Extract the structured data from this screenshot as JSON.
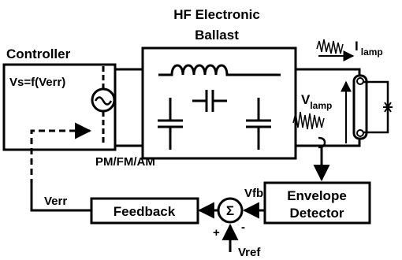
{
  "labels": {
    "ballast_title_line1": "HF Electronic",
    "ballast_title_line2": "Ballast",
    "controller": "Controller",
    "vs_formula": "Vs=f(Verr)",
    "modulation": "PM/FM/AM",
    "i_lamp_main": "I",
    "i_lamp_sub": "lamp",
    "v_lamp_main": "V",
    "v_lamp_sub": "lamp",
    "verr": "Verr",
    "vfb": "Vfb",
    "feedback": "Feedback",
    "envelope_line1": "Envelope",
    "envelope_line2": "Detector",
    "sigma": "Σ",
    "plus": "+",
    "minus": "-",
    "vref": "Vref"
  }
}
